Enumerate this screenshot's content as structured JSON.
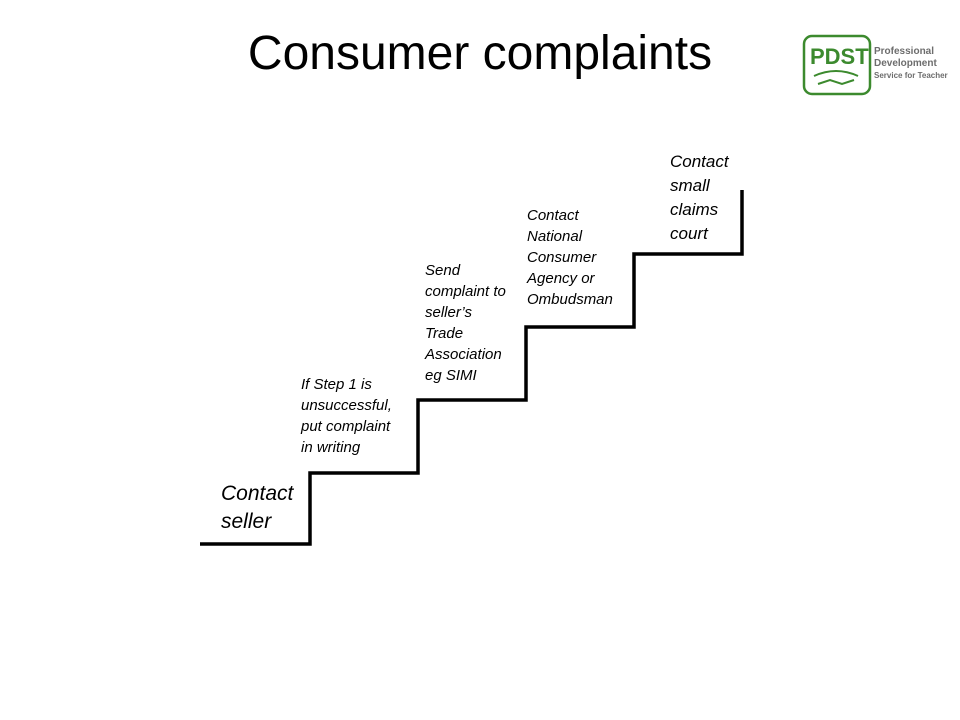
{
  "title": "Consumer complaints",
  "logo": {
    "mark": "PDST",
    "line1": "Professional",
    "line2": "Development",
    "line3": "Service for Teachers",
    "green": "#3c8a2e",
    "gray": "#6d6d6d"
  },
  "steps": [
    {
      "lines": [
        "Contact",
        "seller"
      ]
    },
    {
      "lines": [
        "If Step 1 is",
        "unsuccessful,",
        "put complaint",
        "in writing"
      ]
    },
    {
      "lines": [
        "Send",
        "complaint to",
        "seller’s",
        "Trade",
        "Association",
        "eg SIMI"
      ]
    },
    {
      "lines": [
        "Contact",
        "National",
        "Consumer",
        "Agency or",
        "Ombudsman"
      ]
    },
    {
      "lines": [
        "Contact",
        "small",
        "claims",
        "court"
      ]
    }
  ]
}
